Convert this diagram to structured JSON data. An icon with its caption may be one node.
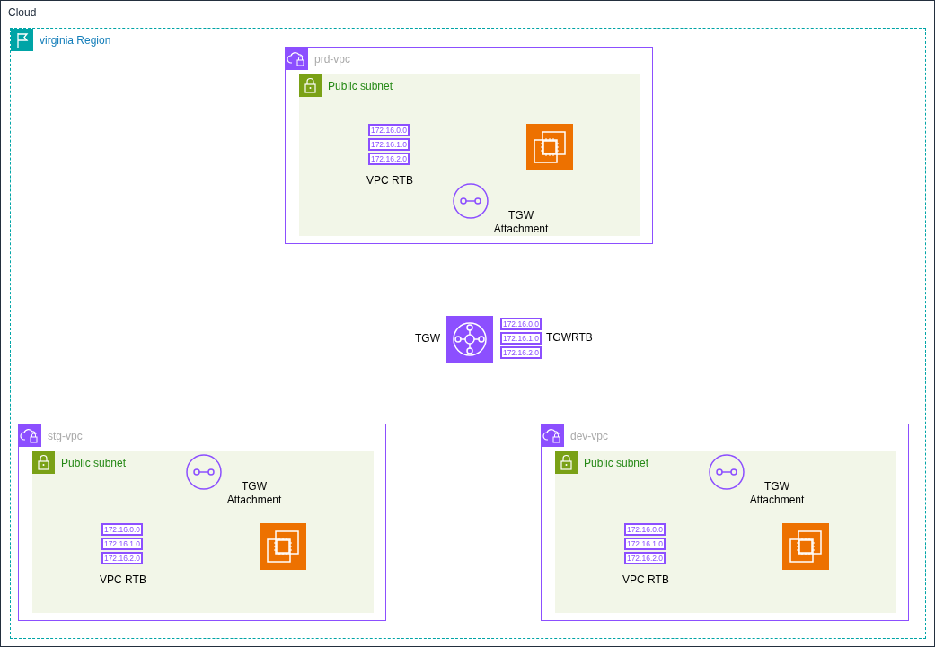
{
  "diagram": {
    "nodes": [
      {
        "text": [
          "Cloud"
        ]
      },
      {
        "text": [
          "virginia Region"
        ],
        "in": 0
      },
      {
        "text": [
          "prd-vpc"
        ],
        "in": 1
      },
      {
        "text": [
          "Public subnet"
        ],
        "in": 2
      },
      {
        "text": [
          "172.16.0.0",
          "172.16.1.0",
          "172.16.2.0",
          "VPC RTB"
        ],
        "in": 3
      },
      {
        "text": [],
        "shape": "picture",
        "in": 3
      },
      {
        "text": [
          "TGW Attachment"
        ],
        "in": 3
      },
      {
        "text": [
          "TGW"
        ],
        "in": 1
      },
      {
        "text": [
          "172.16.0.0",
          "172.16.1.0",
          "172.16.2.0",
          "TGWRTB"
        ],
        "in": 1
      },
      {
        "text": [
          "stg-vpc"
        ],
        "in": 1
      },
      {
        "text": [
          "Public subnet"
        ],
        "in": 9
      },
      {
        "text": [
          "TGW Attachment"
        ],
        "in": 10
      },
      {
        "text": [
          "172.16.0.0",
          "172.16.1.0",
          "172.16.2.0",
          "VPC RTB"
        ],
        "in": 10
      },
      {
        "text": [],
        "shape": "picture",
        "in": 10
      },
      {
        "text": [
          "dev-vpc"
        ],
        "in": 1
      },
      {
        "text": [
          "Public subnet"
        ],
        "in": 14
      },
      {
        "text": [
          "TGW Attachment"
        ],
        "in": 15
      },
      {
        "text": [
          "172.16.0.0",
          "172.16.1.0",
          "172.16.2.0",
          "VPC RTB"
        ],
        "in": 15
      },
      {
        "text": [],
        "shape": "picture",
        "in": 15
      }
    ],
    "edges": []
  }
}
